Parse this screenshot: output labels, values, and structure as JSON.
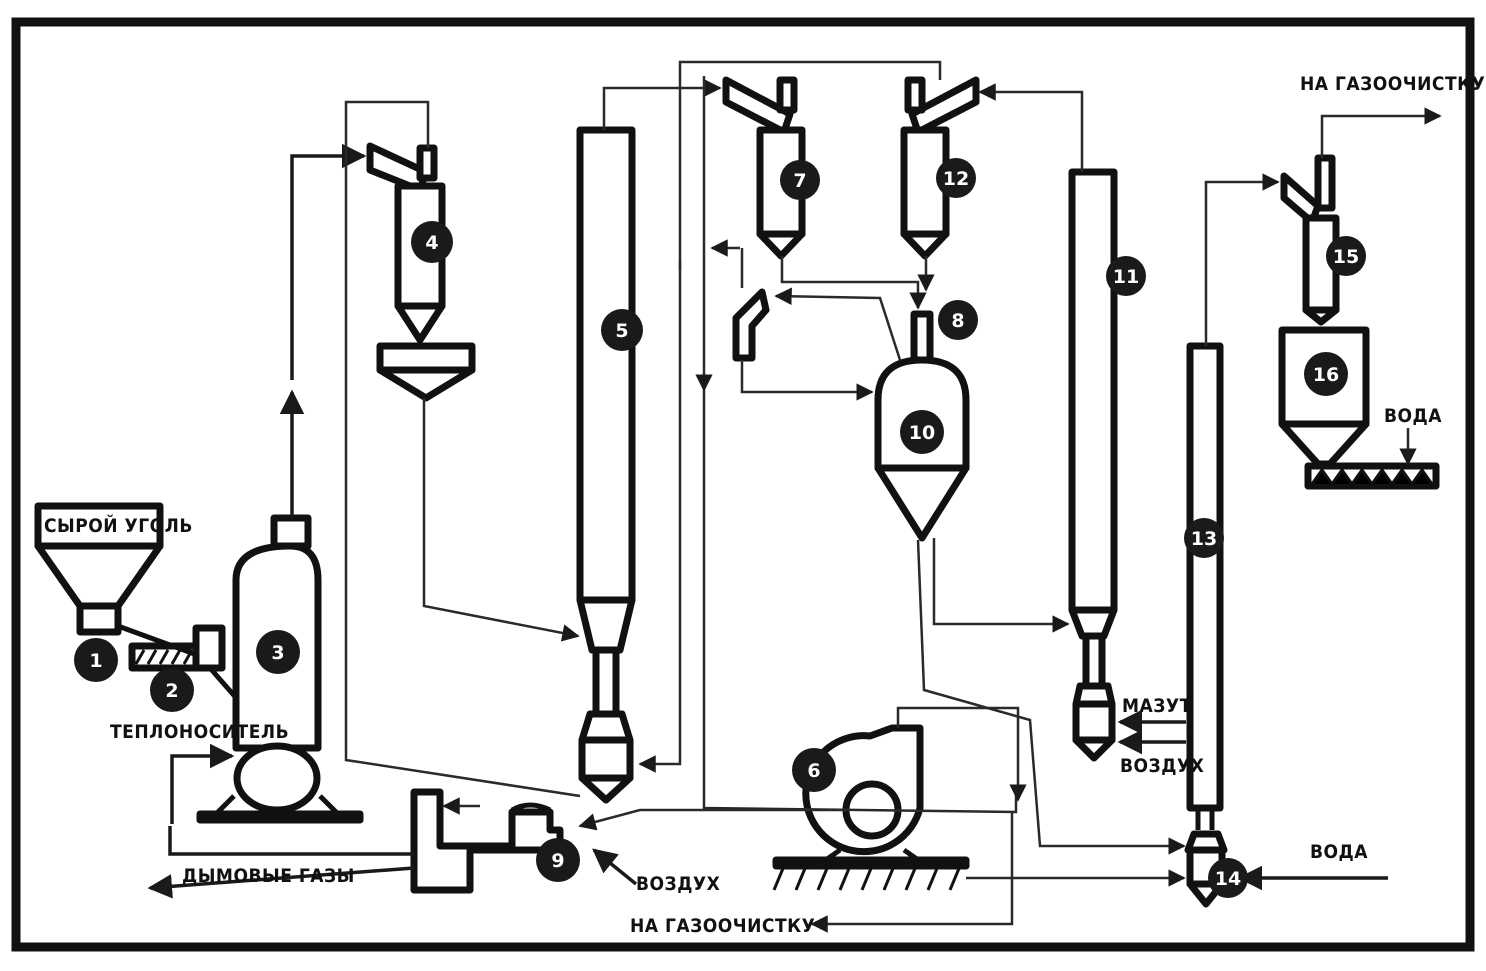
{
  "labels": {
    "raw_coal": "СЫРОЙ УГОЛЬ",
    "heat_carrier": "ТЕПЛОНОСИТЕЛЬ",
    "flue_gases": "ДЫМОВЫЕ ГАЗЫ",
    "air_9": "ВОЗДУХ",
    "to_gas_cleaning_bottom": "НА ГАЗООЧИСТКУ",
    "to_gas_cleaning_top": "НА ГАЗООЧИСТКУ",
    "fuel_oil": "МАЗУТ",
    "air_11": "ВОЗДУХ",
    "water_14": "ВОДА",
    "water_16": "ВОДА"
  },
  "units": [
    "1",
    "2",
    "3",
    "4",
    "5",
    "6",
    "7",
    "8",
    "9",
    "10",
    "11",
    "12",
    "13",
    "14",
    "15",
    "16"
  ]
}
